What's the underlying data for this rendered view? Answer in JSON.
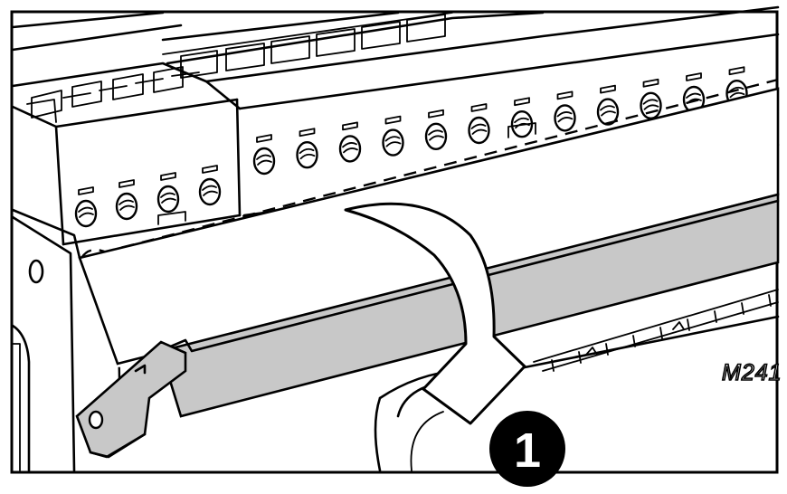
{
  "device": {
    "model_label": "M241"
  },
  "step": {
    "number": "1"
  },
  "colors": {
    "ink": "#000000",
    "cover_fill": "#c8c8c8",
    "background": "#ffffff"
  },
  "icons": {
    "rotation_arrow": "curved-arrow-down",
    "terminal_screw": "screw-icon"
  }
}
